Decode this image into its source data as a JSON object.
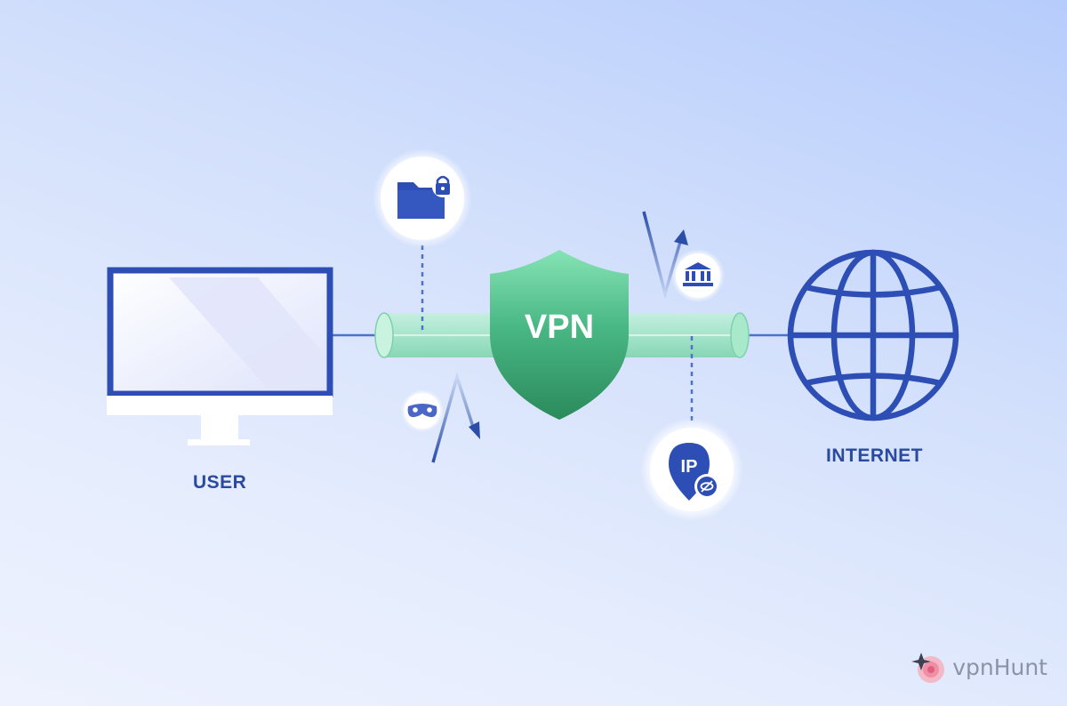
{
  "labels": {
    "user": "USER",
    "internet": "INTERNET",
    "vpn": "VPN",
    "ip": "IP"
  },
  "brand": {
    "name": "vpnHunt"
  },
  "icons": {
    "user_device": "monitor-icon",
    "encrypted_data": "locked-folder-icon",
    "anonymity": "mask-icon",
    "bank": "bank-icon",
    "hidden_ip": "hidden-ip-pin-icon",
    "internet": "globe-icon",
    "vpn": "shield-icon"
  },
  "colors": {
    "primary_blue": "#2d4fb5",
    "shield_green": "#3da872",
    "tunnel_green": "#9ee6c5",
    "label_blue": "#2a4a9f"
  }
}
